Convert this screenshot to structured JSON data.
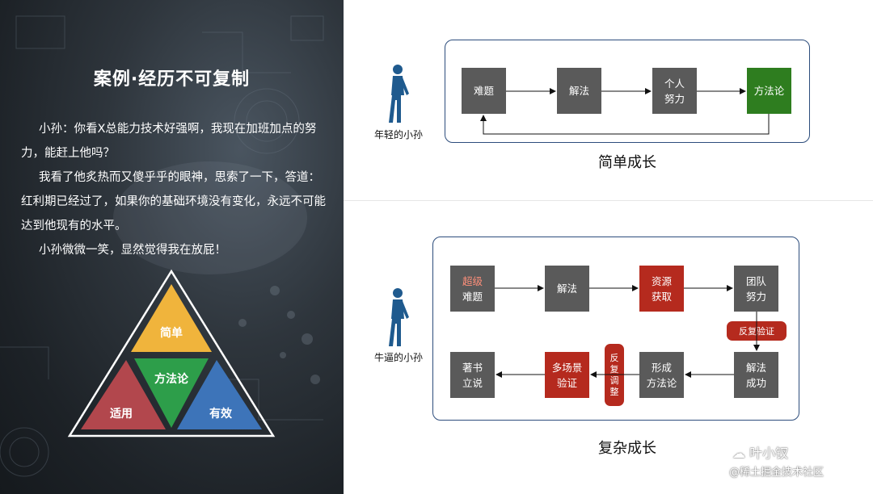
{
  "left": {
    "title": "案例·经历不可复制",
    "paragraph1": "小孙：你看X总能力技术好强啊，我现在加班加点的努力，能赶上他吗？",
    "paragraph2": "我看了他炙热而又傻乎乎的眼神，思索了一下，答道：红利期已经过了，如果你的基础环境没有变化，永远不可能达到他现有的水平。",
    "paragraph3": "小孙微微一笑，显然觉得我在放屁！",
    "triangle": {
      "top": "简单",
      "center": "方法论",
      "left": "适用",
      "right": "有效",
      "colors": {
        "top": "#f0b43c",
        "center": "#2d9e4a",
        "left": "#b2474d",
        "right": "#3d74b9"
      }
    }
  },
  "simple": {
    "person_label": "年轻的小孙",
    "boxes": [
      "难题",
      "解法",
      "个人\n努力",
      "方法论"
    ],
    "caption": "简单成长"
  },
  "complex": {
    "person_label": "牛逼的小孙",
    "box1_highlight": "超级",
    "box1_text": "难题",
    "box2": "解法",
    "box3": "资源\n获取",
    "box4": "团队\n努力",
    "pill_h": "反复验证",
    "box5": "解法\n成功",
    "box6": "形成\n方法论",
    "pill_v": [
      "反",
      "复",
      "调",
      "整"
    ],
    "box7": "多场景\n验证",
    "box8": "著书\n立说",
    "caption": "复杂成长"
  },
  "watermark": {
    "line1": "叶小钗",
    "line2": "@稀土掘金技术社区"
  },
  "colors": {
    "frame": "#2d4d7c",
    "gray_box": "#5a5a5a",
    "green_box": "#2e7d1f",
    "red_box": "#b52a1e",
    "person": "#1f5a8e"
  }
}
